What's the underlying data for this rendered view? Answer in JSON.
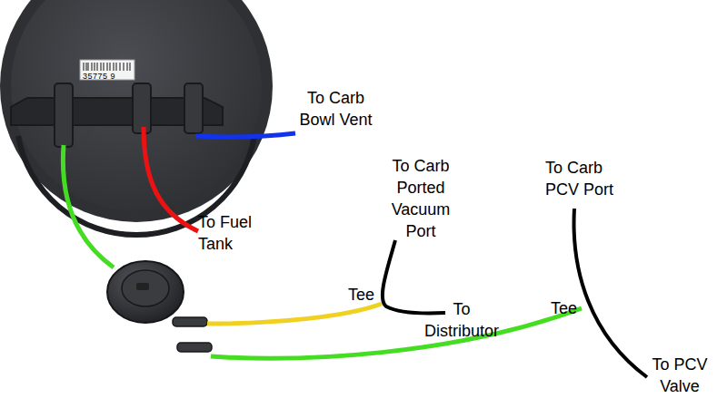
{
  "diagram": {
    "labels": [
      "35775 9",
      "To Carb Bowl Vent",
      "To Fuel Tank",
      "To Carb Ported Vacuum Port",
      "Tee",
      "To Distributor",
      "To Carb PCV Port",
      "Tee",
      "To PCV Valve"
    ]
  }
}
